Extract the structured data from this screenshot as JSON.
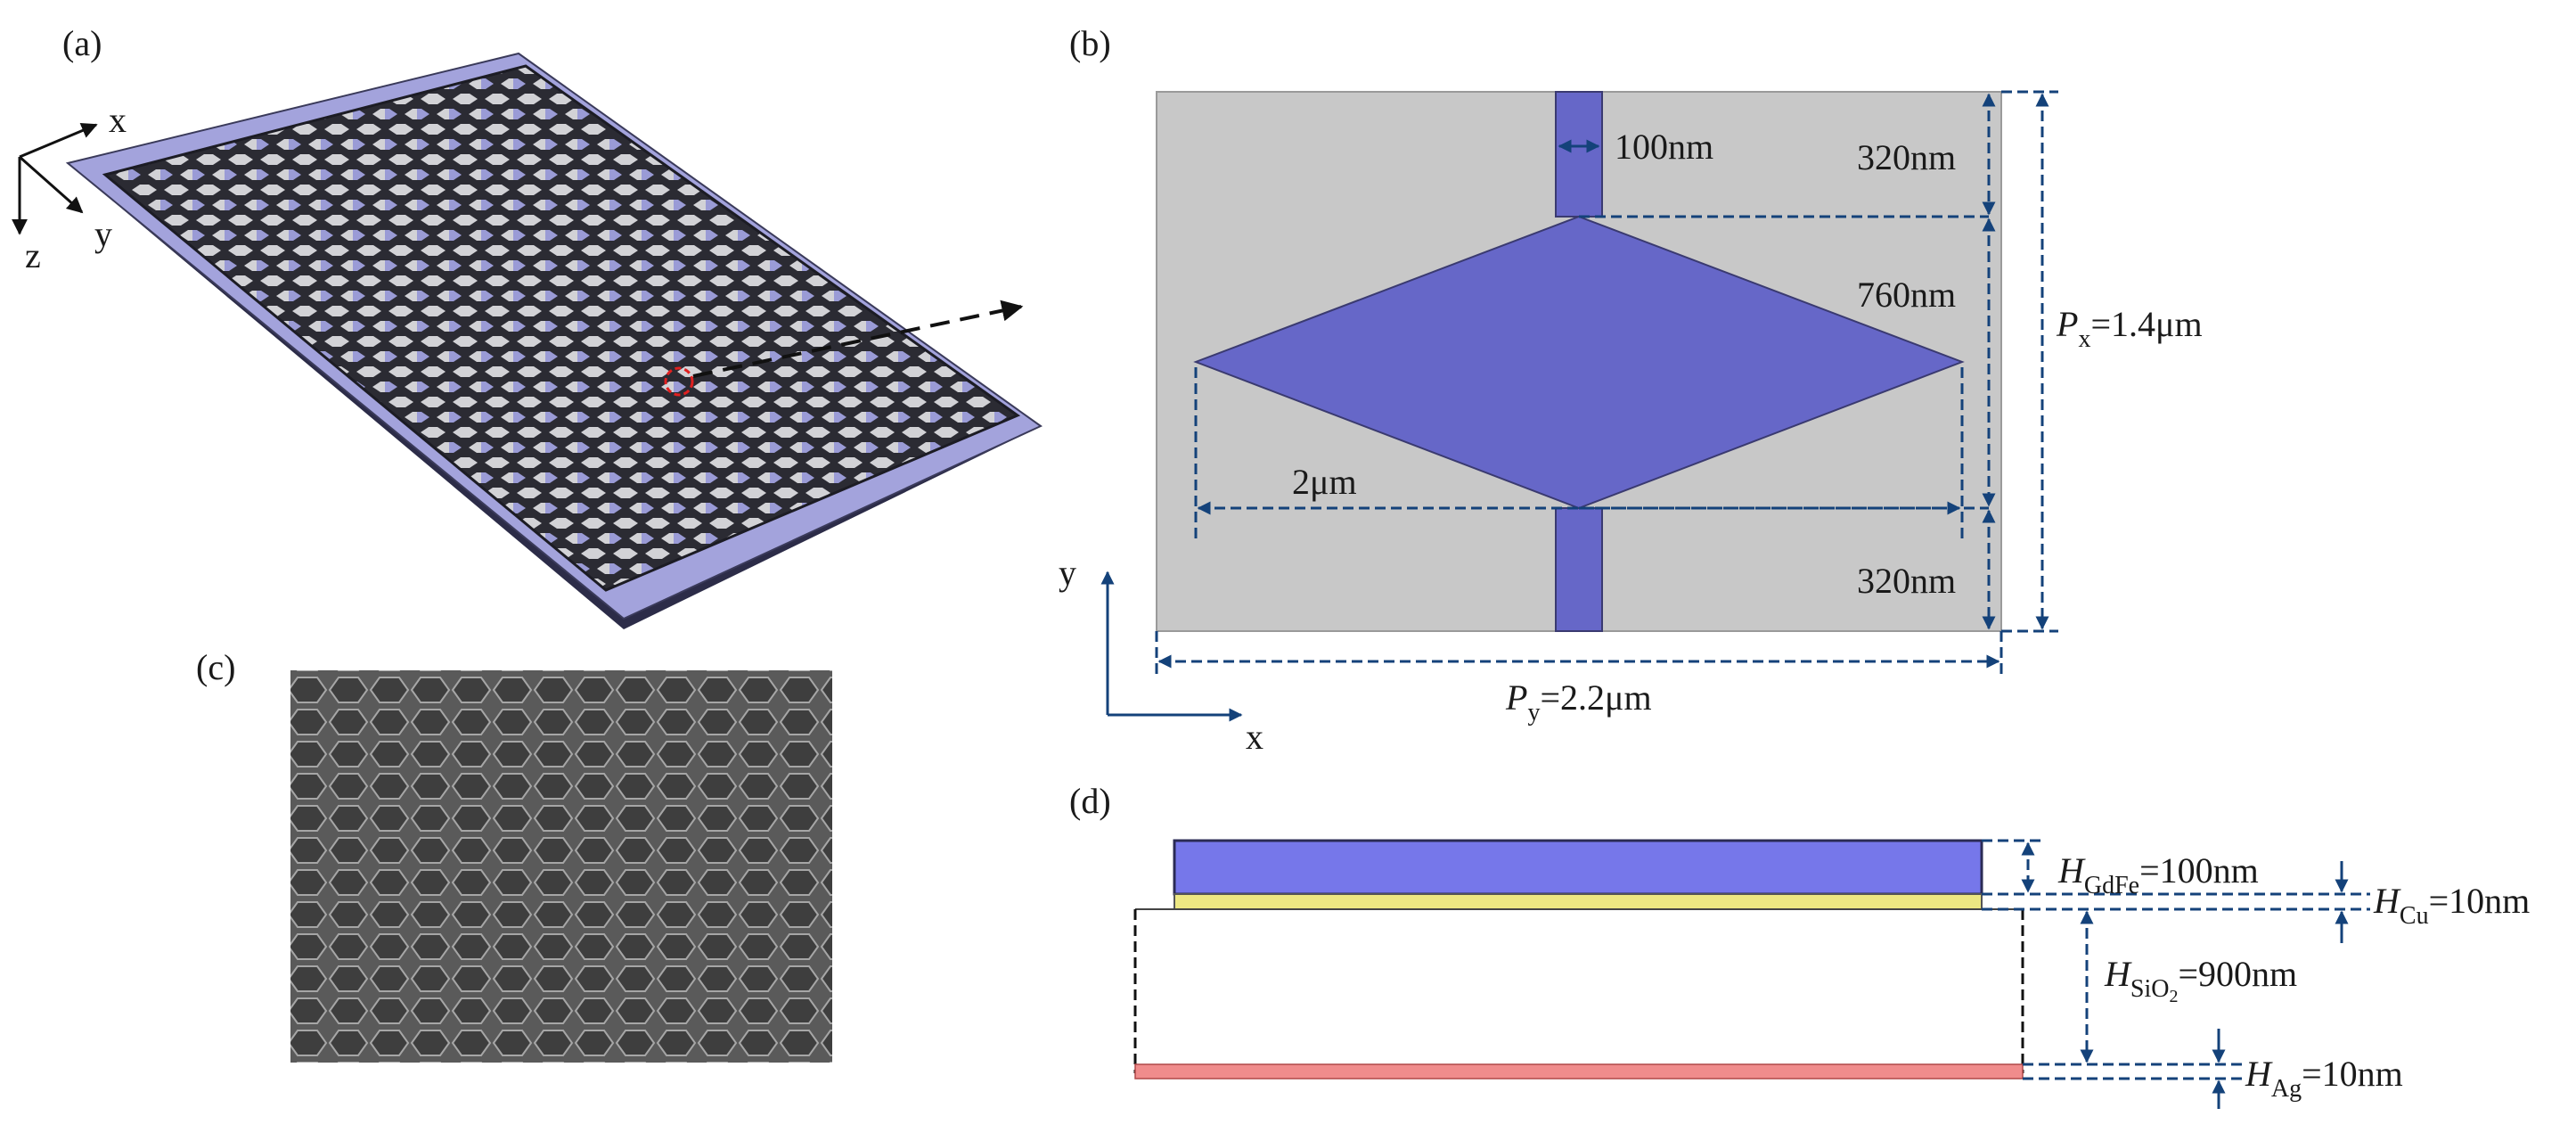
{
  "panels": {
    "a": {
      "label": "(a)",
      "axes": {
        "x": "x",
        "y": "y",
        "z": "z"
      }
    },
    "b": {
      "label": "(b)",
      "dims": {
        "neck_width": "100nm",
        "top_gap": "320nm",
        "diamond_height": "760nm",
        "diamond_width": "2μm",
        "bottom_gap": "320nm",
        "px_symbol": "P",
        "px_sub": "x",
        "px_value": "=1.4μm",
        "py_symbol": "P",
        "py_sub": "y",
        "py_value": "=2.2μm"
      },
      "axes": {
        "x": "x",
        "y": "y"
      }
    },
    "c": {
      "label": "(c)"
    },
    "d": {
      "label": "(d)",
      "layers": {
        "gdfe": {
          "symbol": "H",
          "sub": "GdFe",
          "value": "=100nm"
        },
        "cu": {
          "symbol": "H",
          "sub": "Cu",
          "value": "=10nm"
        },
        "sio2": {
          "symbol": "H",
          "sub": "SiO",
          "sub2": "2",
          "value": "=900nm"
        },
        "ag": {
          "symbol": "H",
          "sub": "Ag",
          "value": "=10nm"
        }
      }
    }
  },
  "colors": {
    "metal_blue": "#6667c8",
    "gdfe_blue": "#7677ea",
    "cu_yellow": "#ede882",
    "ag_red": "#f08c8c",
    "cell_gray": "#c8c8c8",
    "dim_blue": "#14427a",
    "red_marker": "#e02020"
  }
}
